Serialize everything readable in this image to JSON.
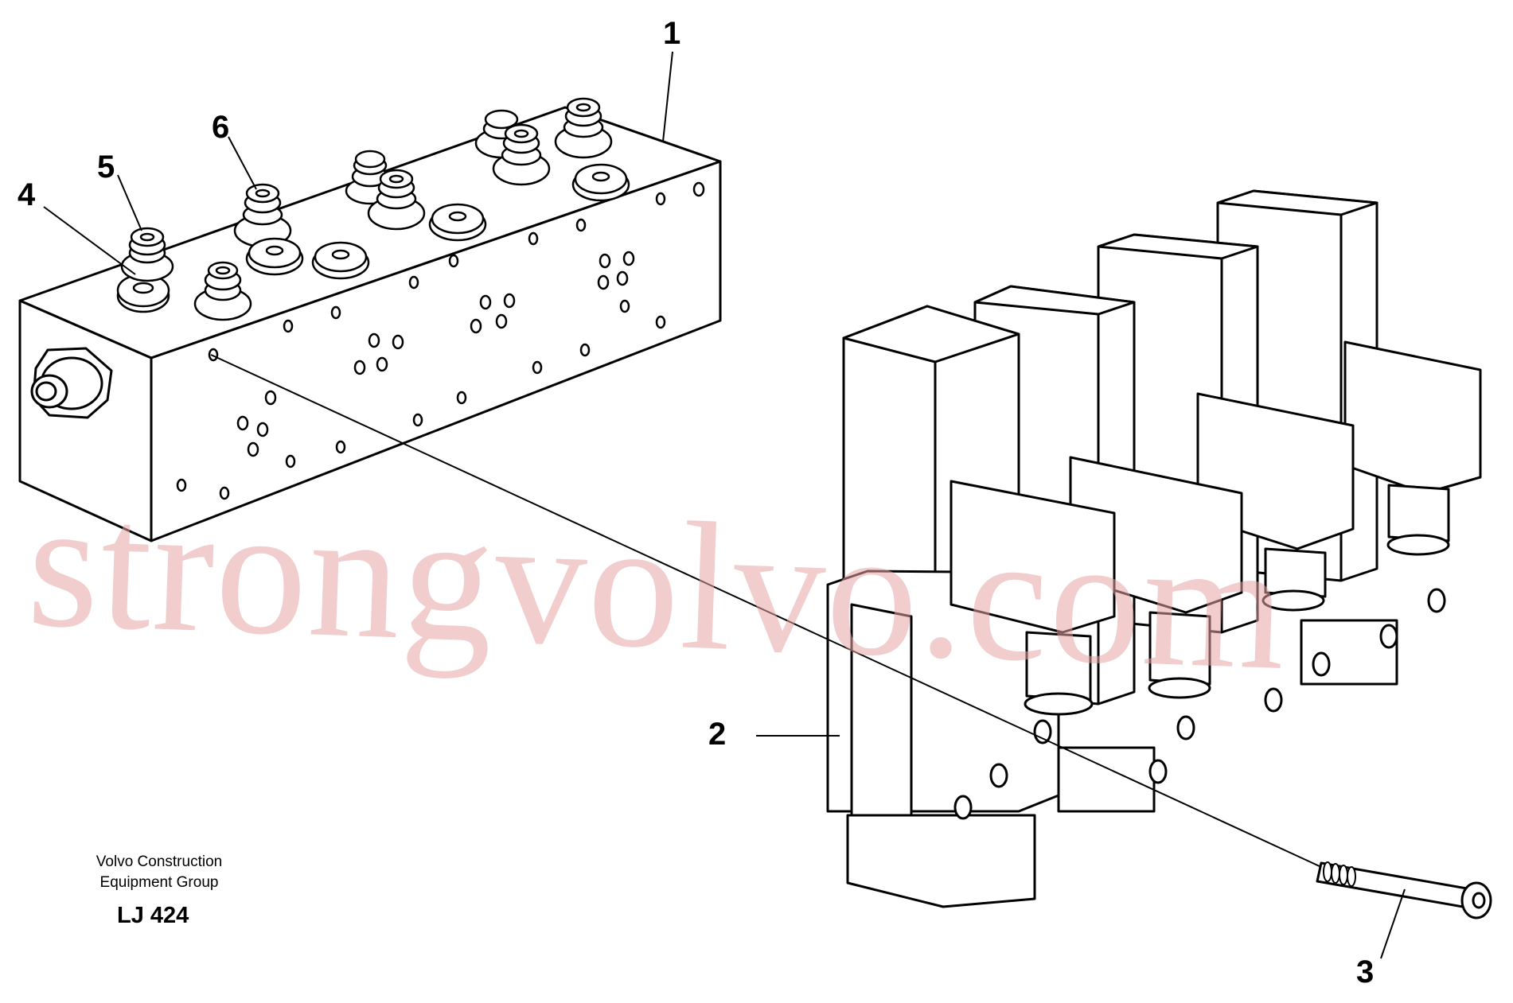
{
  "callouts": {
    "c1": "1",
    "c2": "2",
    "c3": "3",
    "c4": "4",
    "c5": "5",
    "c6": "6"
  },
  "footer": {
    "company_line1": "Volvo Construction",
    "company_line2": "Equipment Group",
    "code": "LJ 424"
  },
  "watermark": "strongvolvo.com",
  "colors": {
    "line": "#000000",
    "watermark": "#e7a5a5",
    "background": "#ffffff"
  }
}
